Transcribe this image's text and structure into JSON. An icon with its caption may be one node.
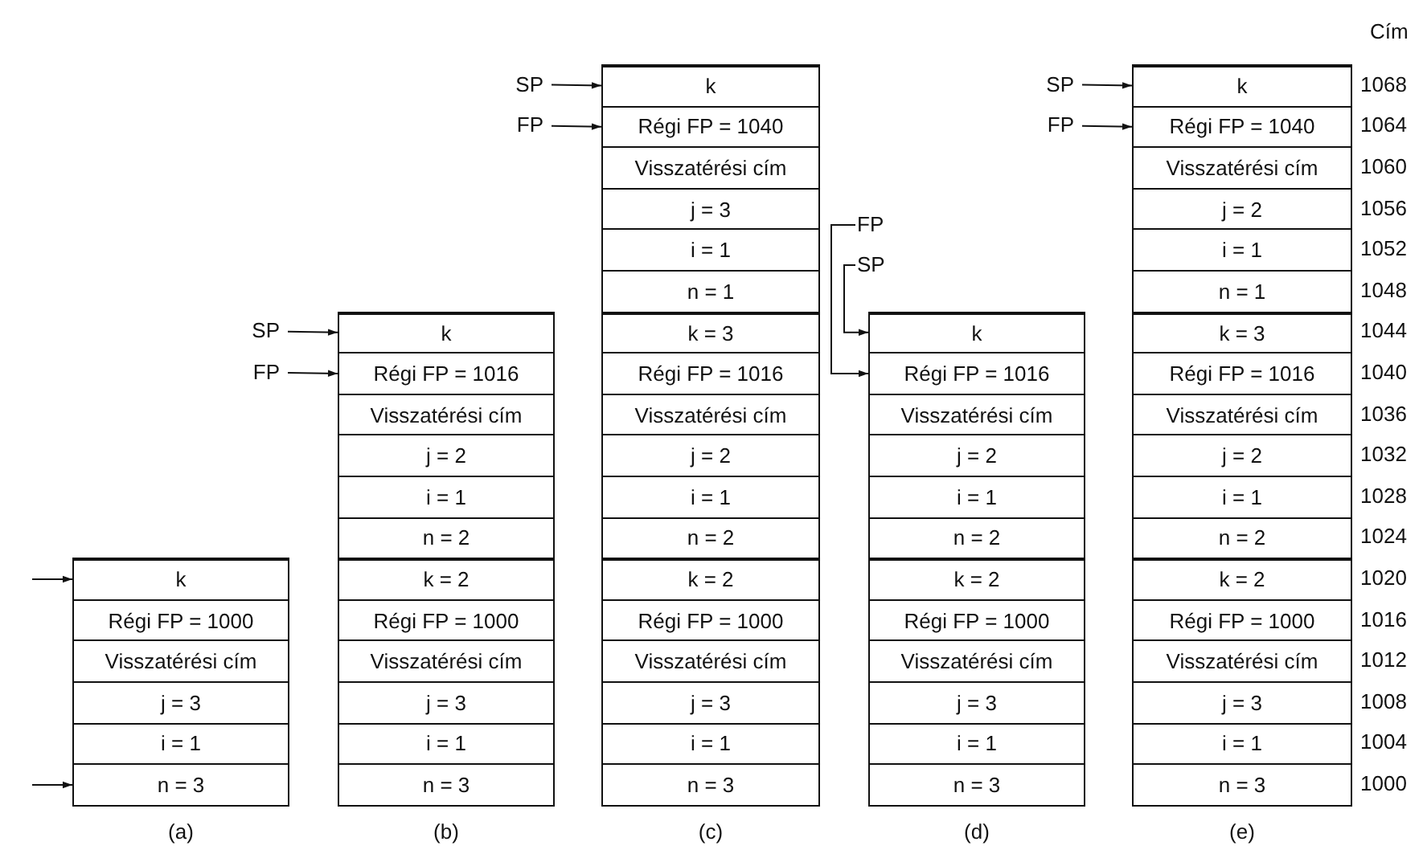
{
  "diagram": {
    "nodes": [
      {
        "text": [
          "k"
        ]
      },
      {
        "text": [
          "Régi FP = 1000"
        ]
      },
      {
        "text": [
          "Visszatérési cím"
        ]
      },
      {
        "text": [
          "j = 3"
        ]
      },
      {
        "text": [
          "i = 1"
        ]
      },
      {
        "text": [
          "n = 3"
        ]
      },
      {
        "text": [
          "SP"
        ]
      },
      {
        "text": [
          "FP"
        ]
      },
      {
        "text": [
          "k"
        ]
      },
      {
        "text": [
          "Régi FP = 1016"
        ]
      },
      {
        "text": [
          "Visszatérési cím"
        ]
      },
      {
        "text": [
          "j = 2"
        ]
      },
      {
        "text": [
          "i = 1"
        ]
      },
      {
        "text": [
          "n = 2"
        ]
      },
      {
        "text": [
          "k = 2"
        ]
      },
      {
        "text": [
          "Régi FP = 1000"
        ]
      },
      {
        "text": [
          "Visszatérési cím"
        ]
      },
      {
        "text": [
          "j = 3"
        ]
      },
      {
        "text": [
          "i = 1"
        ]
      },
      {
        "text": [
          "n = 3"
        ]
      },
      {
        "text": [
          "SP"
        ]
      },
      {
        "text": [
          "FP"
        ]
      },
      {
        "text": [
          "k"
        ]
      },
      {
        "text": [
          "Régi FP = 1040"
        ]
      },
      {
        "text": [
          "Visszatérési cím"
        ]
      },
      {
        "text": [
          "j = 3"
        ]
      },
      {
        "text": [
          "i = 1"
        ]
      },
      {
        "text": [
          "n = 1"
        ]
      },
      {
        "text": [
          "k = 3"
        ]
      },
      {
        "text": [
          "Régi FP = 1016"
        ]
      },
      {
        "text": [
          "Visszatérési cím"
        ]
      },
      {
        "text": [
          "j = 2"
        ]
      },
      {
        "text": [
          "i = 1"
        ]
      },
      {
        "text": [
          "n = 2"
        ]
      },
      {
        "text": [
          "k = 2"
        ]
      },
      {
        "text": [
          "Régi FP = 1000"
        ]
      },
      {
        "text": [
          "Visszatérési cím"
        ]
      },
      {
        "text": [
          "j = 3"
        ]
      },
      {
        "text": [
          "i = 1"
        ]
      },
      {
        "text": [
          "n = 3"
        ]
      },
      {
        "text": [
          "FP"
        ]
      },
      {
        "text": [
          "SP"
        ]
      },
      {
        "text": [
          "k"
        ]
      },
      {
        "text": [
          "Régi FP = 1016"
        ]
      },
      {
        "text": [
          "Visszatérési cím"
        ]
      },
      {
        "text": [
          "j = 2"
        ]
      },
      {
        "text": [
          "i = 1"
        ]
      },
      {
        "text": [
          "n = 2"
        ]
      },
      {
        "text": [
          "k = 2"
        ]
      },
      {
        "text": [
          "Régi FP = 1000"
        ]
      },
      {
        "text": [
          "Visszatérési cím"
        ]
      },
      {
        "text": [
          "j = 3"
        ]
      },
      {
        "text": [
          "i = 1"
        ]
      },
      {
        "text": [
          "n = 3"
        ]
      },
      {
        "text": [
          "SP"
        ]
      },
      {
        "text": [
          "FP"
        ]
      },
      {
        "text": [
          "k"
        ]
      },
      {
        "text": [
          "Régi FP = 1040"
        ]
      },
      {
        "text": [
          "Visszatérési cím"
        ]
      },
      {
        "text": [
          "j = 2"
        ]
      },
      {
        "text": [
          "i = 1"
        ]
      },
      {
        "text": [
          "n = 1"
        ]
      },
      {
        "text": [
          "k = 3"
        ]
      },
      {
        "text": [
          "Régi FP = 1016"
        ]
      },
      {
        "text": [
          "Visszatérési cím"
        ]
      },
      {
        "text": [
          "j = 2"
        ]
      },
      {
        "text": [
          "i = 1"
        ]
      },
      {
        "text": [
          "n = 2"
        ]
      },
      {
        "text": [
          "k = 2"
        ]
      },
      {
        "text": [
          "Régi FP = 1000"
        ]
      },
      {
        "text": [
          "Visszatérési cím"
        ]
      },
      {
        "text": [
          "j = 3"
        ]
      },
      {
        "text": [
          "i = 1"
        ]
      },
      {
        "text": [
          "n = 3"
        ]
      }
    ],
    "edges": [
      {
        "from": null,
        "to": 0,
        "arrow": "to"
      },
      {
        "from": null,
        "to": 5,
        "arrow": "to"
      },
      {
        "from": 6,
        "to": 8,
        "arrow": "to"
      },
      {
        "from": 7,
        "to": 9,
        "arrow": "to"
      },
      {
        "from": 20,
        "to": 22,
        "arrow": "to"
      },
      {
        "from": 21,
        "to": 23,
        "arrow": "to"
      },
      {
        "from": 40,
        "to": 43,
        "arrow": "to"
      },
      {
        "from": 41,
        "to": 42,
        "arrow": "to"
      },
      {
        "from": 54,
        "to": 56,
        "arrow": "to"
      },
      {
        "from": 55,
        "to": 57,
        "arrow": "to"
      }
    ],
    "labels": [
      "Cím",
      "1068",
      "1064",
      "1060",
      "1056",
      "1052",
      "1048",
      "1044",
      "1040",
      "1036",
      "1032",
      "1028",
      "1024",
      "1020",
      "1016",
      "1012",
      "1008",
      "1004",
      "1000",
      "(a)",
      "(b)",
      "(c)",
      "(d)",
      "(e)"
    ]
  }
}
